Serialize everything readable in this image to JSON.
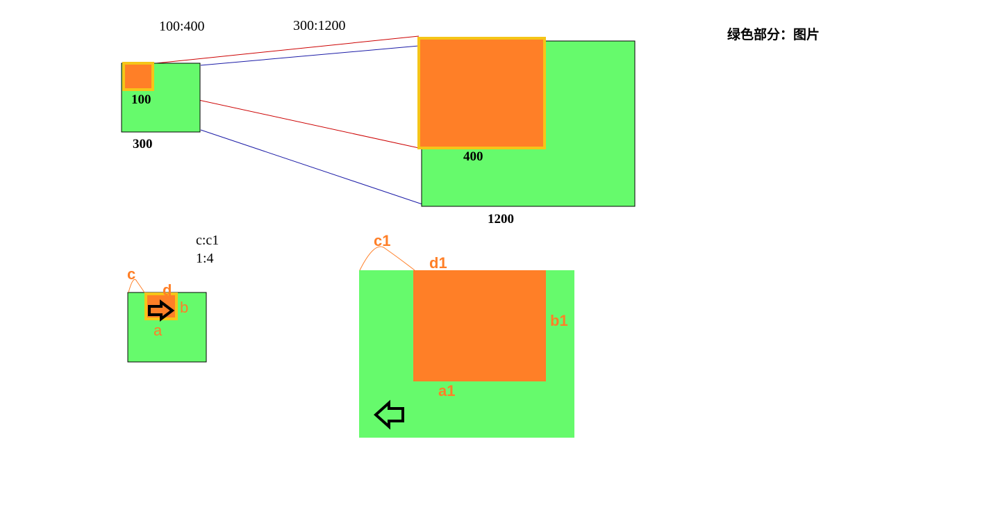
{
  "colors": {
    "green": "#66fa6c",
    "orange": "#ff7f27",
    "yellow": "#f5c518",
    "red_line": "#cc0000",
    "blue_line": "#1a1aa6"
  },
  "top": {
    "ratio_small": "100:400",
    "ratio_large": "300:1200",
    "small_inner_label": "100",
    "small_outer_label": "300",
    "large_inner_label": "400",
    "large_outer_label": "1200"
  },
  "legend": "绿色部分：图片",
  "bottom": {
    "ratio_label": "c:c1",
    "ratio_value": "1:4",
    "small": {
      "c": "c",
      "d": "d",
      "b": "b",
      "a": "a"
    },
    "large": {
      "c1": "c1",
      "d1": "d1",
      "b1": "b1",
      "a1": "a1"
    }
  },
  "icons": {
    "small_arrow": "arrow-right-icon",
    "large_arrow": "arrow-left-icon"
  }
}
